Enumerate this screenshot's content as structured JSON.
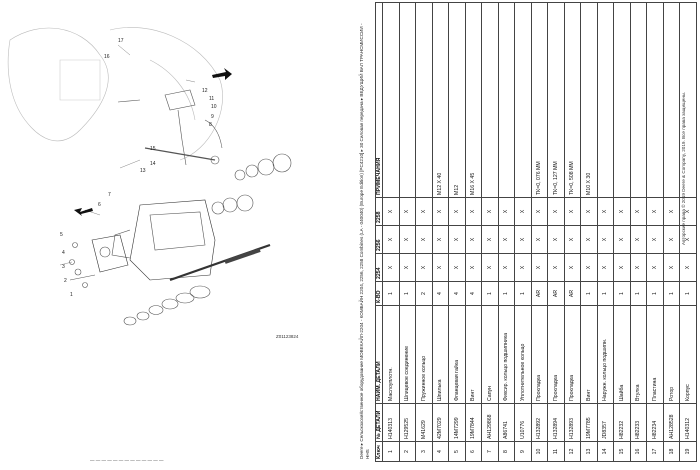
{
  "diagram": {
    "figure_id": "Z01123824",
    "bottom_caption": "— — — — — — — — — — — — —",
    "callouts": [
      "12",
      "11",
      "10",
      "9",
      "8",
      "17",
      "16",
      "15",
      "14",
      "13",
      "5",
      "4",
      "3",
      "2",
      "1",
      "7",
      "6"
    ]
  },
  "sheet": {
    "header_line_1": "Deere ▸ Сельскохозяйственное оборудование МОВЕКАЙЛ-2204 - КОМБАЙН 2204, 2256, 2258 Combines (LA - 040040) (Europe Edition) [PC4210] ▸ 30 Силовая передача ▸ ВЕДУЩИЙ ВАЛ ТРАНСМИССИИ -",
    "header_line_2": "HHS",
    "columns": [
      "Ключ",
      "№ ДЕТАЛИ",
      "НАИМ. ДЕТАЛИ",
      "К-ВО",
      "2254",
      "2256",
      "2258",
      "ПРИМЕЧАНИЯ"
    ],
    "rows": [
      [
        "1",
        "H140313",
        "Маслоуплотн.",
        "1",
        "X",
        "X",
        "X",
        ""
      ],
      [
        "2",
        "H129525",
        "Шлицевое соединение",
        "1",
        "X",
        "X",
        "X",
        ""
      ],
      [
        "3",
        "M41629",
        "Пружинное кольцо",
        "2",
        "X",
        "X",
        "X",
        ""
      ],
      [
        "4",
        "42M7029",
        "Шпилька",
        "4",
        "X",
        "X",
        "X",
        "M12 X 40"
      ],
      [
        "5",
        "14M7299",
        "Фланцевая гайка",
        "4",
        "X",
        "X",
        "X",
        "M12"
      ],
      [
        "6",
        "19M7844",
        "Винт",
        "4",
        "X",
        "X",
        "X",
        "M16 X 45"
      ],
      [
        "7",
        "AH129868",
        "Сапун",
        "1",
        "X",
        "X",
        "X",
        ""
      ],
      [
        "8",
        "A86741",
        "Фиксир. кольцо подшипника",
        "1",
        "X",
        "X",
        "X",
        ""
      ],
      [
        "9",
        "U10776",
        "Уплотнительное кольцо",
        "1",
        "X",
        "X",
        "X",
        ""
      ],
      [
        "10",
        "H132892",
        "Прокладка",
        "AR",
        "X",
        "X",
        "X",
        "ТК=0, 076 MM"
      ],
      [
        "11",
        "H132894",
        "Прокладка",
        "AR",
        "X",
        "X",
        "X",
        "ТК=0, 127 MM"
      ],
      [
        "12",
        "H132893",
        "Прокладка",
        "AR",
        "X",
        "X",
        "X",
        "ТК=0, 508 MM"
      ],
      [
        "13",
        "19M7785",
        "Винт",
        "1",
        "X",
        "X",
        "X",
        "M10 X 30"
      ],
      [
        "14",
        "JD8357",
        "Наружн. кольцо подшипн.",
        "1",
        "X",
        "X",
        "X",
        ""
      ],
      [
        "15",
        "H82232",
        "Шайба",
        "1",
        "X",
        "X",
        "X",
        ""
      ],
      [
        "16",
        "H82233",
        "Втулка",
        "1",
        "X",
        "X",
        "X",
        ""
      ],
      [
        "17",
        "H82234",
        "Пластина",
        "1",
        "X",
        "X",
        "X",
        ""
      ],
      [
        "18",
        "AH128528",
        "Ротор",
        "1",
        "X",
        "X",
        "X",
        ""
      ],
      [
        "19",
        "H140312",
        "Корпус",
        "1",
        "X",
        "X",
        "X",
        ""
      ]
    ],
    "footer_right": "Авторские права © 2019 Deere & Company, 2019. Все права защищены.",
    "footer_left": "Авторские права © 2019 Deere & Company, 2019. Все права защищены."
  }
}
